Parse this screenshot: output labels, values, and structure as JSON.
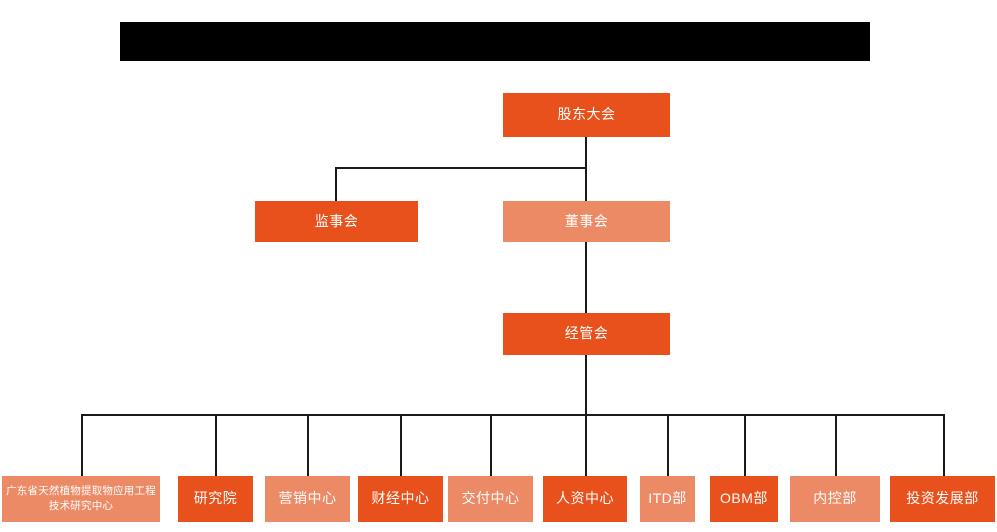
{
  "chart_title": "",
  "header": {
    "redacted_bar": "",
    "redacted_note": "redacted-black-bar"
  },
  "colors": {
    "primary": "#e8511c",
    "secondary": "#ed8a66",
    "background": "#ffffff",
    "connector": "#1a1a1a",
    "redaction": "#000000",
    "node_text": "#ffffff"
  },
  "org_chart": {
    "type": "org-chart",
    "levels": [
      {
        "level": 1,
        "nodes": [
          {
            "id": "shareholders",
            "label": "股东大会",
            "style": "primary"
          }
        ]
      },
      {
        "level": 2,
        "nodes": [
          {
            "id": "supervisors",
            "label": "监事会",
            "style": "primary"
          },
          {
            "id": "directors",
            "label": "董事会",
            "style": "secondary"
          }
        ]
      },
      {
        "level": 3,
        "nodes": [
          {
            "id": "management",
            "label": "经管会",
            "style": "primary"
          }
        ]
      },
      {
        "level": 4,
        "nodes": [
          {
            "id": "dept-research-center",
            "label": "广东省天然植物提取物应用工程技术研究中心",
            "style": "secondary"
          },
          {
            "id": "dept-institute",
            "label": "研究院",
            "style": "primary"
          },
          {
            "id": "dept-marketing",
            "label": "营销中心",
            "style": "secondary"
          },
          {
            "id": "dept-finance",
            "label": "财经中心",
            "style": "primary"
          },
          {
            "id": "dept-delivery",
            "label": "交付中心",
            "style": "secondary"
          },
          {
            "id": "dept-hr",
            "label": "人资中心",
            "style": "primary"
          },
          {
            "id": "dept-itd",
            "label": "ITD部",
            "style": "secondary"
          },
          {
            "id": "dept-obm",
            "label": "OBM部",
            "style": "primary"
          },
          {
            "id": "dept-internal-control",
            "label": "内控部",
            "style": "secondary"
          },
          {
            "id": "dept-investment",
            "label": "投资发展部",
            "style": "primary"
          }
        ]
      }
    ],
    "relations": [
      {
        "from": "shareholders",
        "to": "supervisors"
      },
      {
        "from": "shareholders",
        "to": "directors"
      },
      {
        "from": "directors",
        "to": "management"
      },
      {
        "from": "management",
        "to": "dept-research-center"
      },
      {
        "from": "management",
        "to": "dept-institute"
      },
      {
        "from": "management",
        "to": "dept-marketing"
      },
      {
        "from": "management",
        "to": "dept-finance"
      },
      {
        "from": "management",
        "to": "dept-delivery"
      },
      {
        "from": "management",
        "to": "dept-hr"
      },
      {
        "from": "management",
        "to": "dept-itd"
      },
      {
        "from": "management",
        "to": "dept-obm"
      },
      {
        "from": "management",
        "to": "dept-internal-control"
      },
      {
        "from": "management",
        "to": "dept-investment"
      }
    ]
  }
}
